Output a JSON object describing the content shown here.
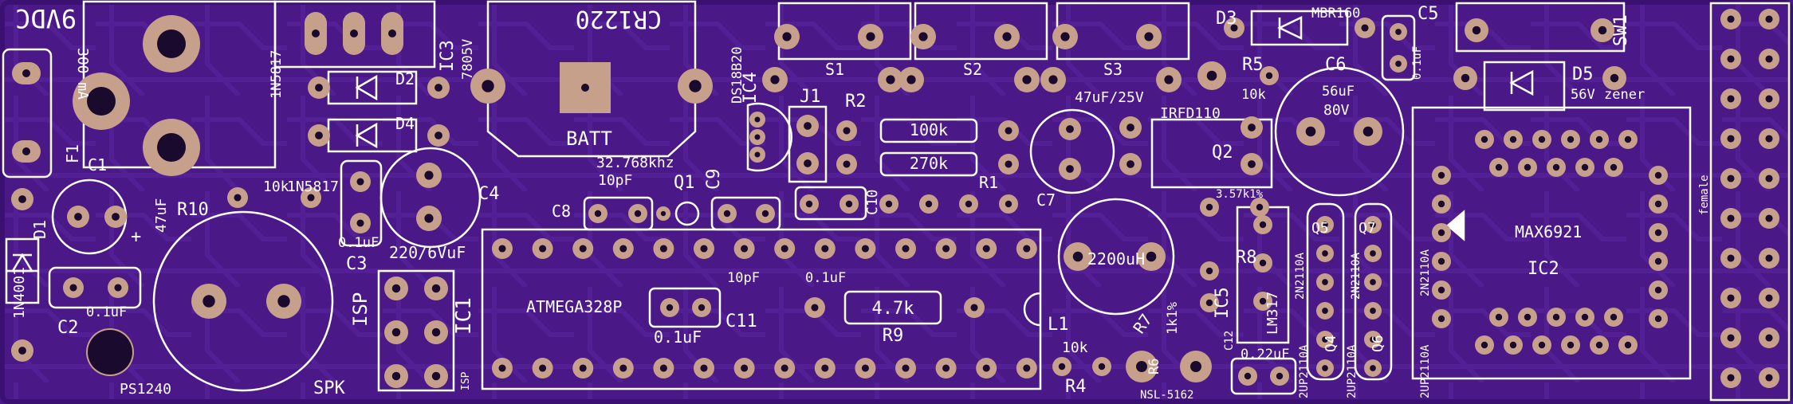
{
  "colors": {
    "board": "#4a1887",
    "board_dark": "#3a1070",
    "trace": "#5a24a0",
    "silk": "#ffffff",
    "pad": "#c7a08c",
    "hole": "#1a0a2e"
  },
  "labels": {
    "power_in": "9VDC",
    "fuse_rating": "300 mA",
    "fuse": "F1",
    "diode_1": "D1",
    "diode_1_part": "1N4001",
    "cap_1": "C1",
    "cap_1_value": "47uF",
    "resistor_10": "R10",
    "resistor_10_value": "10k",
    "cap_2": "C2",
    "cap_2_value": "0.1uF",
    "buzzer_part": "PS1240",
    "speaker": "SPK",
    "schottky_a": "1N5817",
    "schottky_b": "1N5817",
    "diode_2": "D2",
    "diode_4": "D4",
    "regulator": "IC3",
    "regulator_part": "7805V",
    "cap_3": "C3",
    "cap_3_value": "0.1uF",
    "cap_4": "C4",
    "cap_4_value": "220/6VuF",
    "isp": "ISP",
    "isp_small": "ISP",
    "mcu": "IC1",
    "mcu_part": "ATMEGA328P",
    "battery_part": "CR1220",
    "battery": "BATT",
    "temp_sensor": "DS18B20",
    "temp_ic": "IC4",
    "crystal_freq": "32.768khz",
    "cap_8_value": "10pF",
    "crystal": "Q1",
    "cap_8": "C8",
    "cap_9": "C9",
    "cap_9_value": "10pF",
    "cap_11_value": "0.1uF",
    "cap_11": "C11",
    "cap_11_bottom": "0.1uF",
    "jumper": "J1",
    "resistor_2": "R2",
    "resistor_2_value": "100k",
    "resistor_1_value": "270k",
    "resistor_1": "R1",
    "cap_10": "C10",
    "resistor_9_value": "4.7k",
    "resistor_9": "R9",
    "cap_7": "C7",
    "cap_7_value": "47uF/25V",
    "switch_1": "S1",
    "switch_2": "S2",
    "switch_3": "S3",
    "mosfet_part": "IRFD110",
    "mosfet": "Q2",
    "inductor_value": "2200uH",
    "inductor": "L1",
    "resistor_4_value": "10k",
    "resistor_4": "R4",
    "resistor_7": "R7",
    "resistor_7_value": "1k1%",
    "resistor_6": "R6",
    "ldr_part": "NSL-5162",
    "resistor_8_value": "3.57k1%",
    "resistor_8": "R8",
    "ic_5": "IC5",
    "adj_reg": "LM317",
    "cap_12": "C12",
    "cap_12_value": "0.22uF",
    "diode_3": "D3",
    "diode_3_part": "MBR160",
    "resistor_5": "R5",
    "resistor_5_value": "10k",
    "cap_6": "C6",
    "cap_6_value": "56uF",
    "cap_6_volt": "80V",
    "cap_5": "C5",
    "cap_5_value": "0.1uF",
    "switch_w1": "SW1",
    "zener": "D5",
    "zener_volt": "56V",
    "zener_word": "zener",
    "q5": "Q5",
    "q7": "Q7",
    "q4": "Q4",
    "q6": "Q6",
    "npn_a": "2N2110A",
    "npn_b": "2N2110A",
    "npn_c": "2N2110A",
    "pnp_a": "2UP2110A",
    "pnp_b": "2UP2110A",
    "pnp_c": "2UP2110A",
    "driver": "MAX6921",
    "driver_ic": "IC2",
    "connector": "female",
    "polarity_plus": "+"
  }
}
